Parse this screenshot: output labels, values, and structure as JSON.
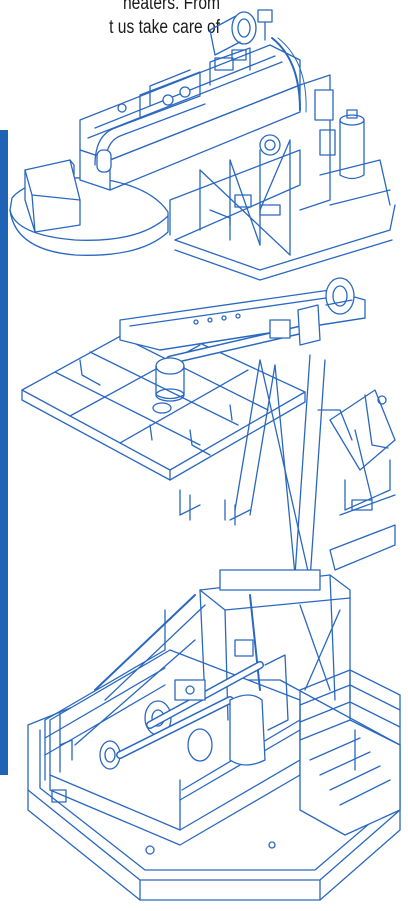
{
  "text": {
    "line1": "heaters. From",
    "line2": "t us take care of"
  },
  "colors": {
    "accent": "#1f63b4",
    "line": "#2a68c0",
    "fill": "#ffffff"
  },
  "icons": {
    "unit_top": "processing-skid-illustration",
    "unit_middle": "pipe-rack-platform-illustration",
    "unit_bottom": "pump-skid-illustration"
  }
}
